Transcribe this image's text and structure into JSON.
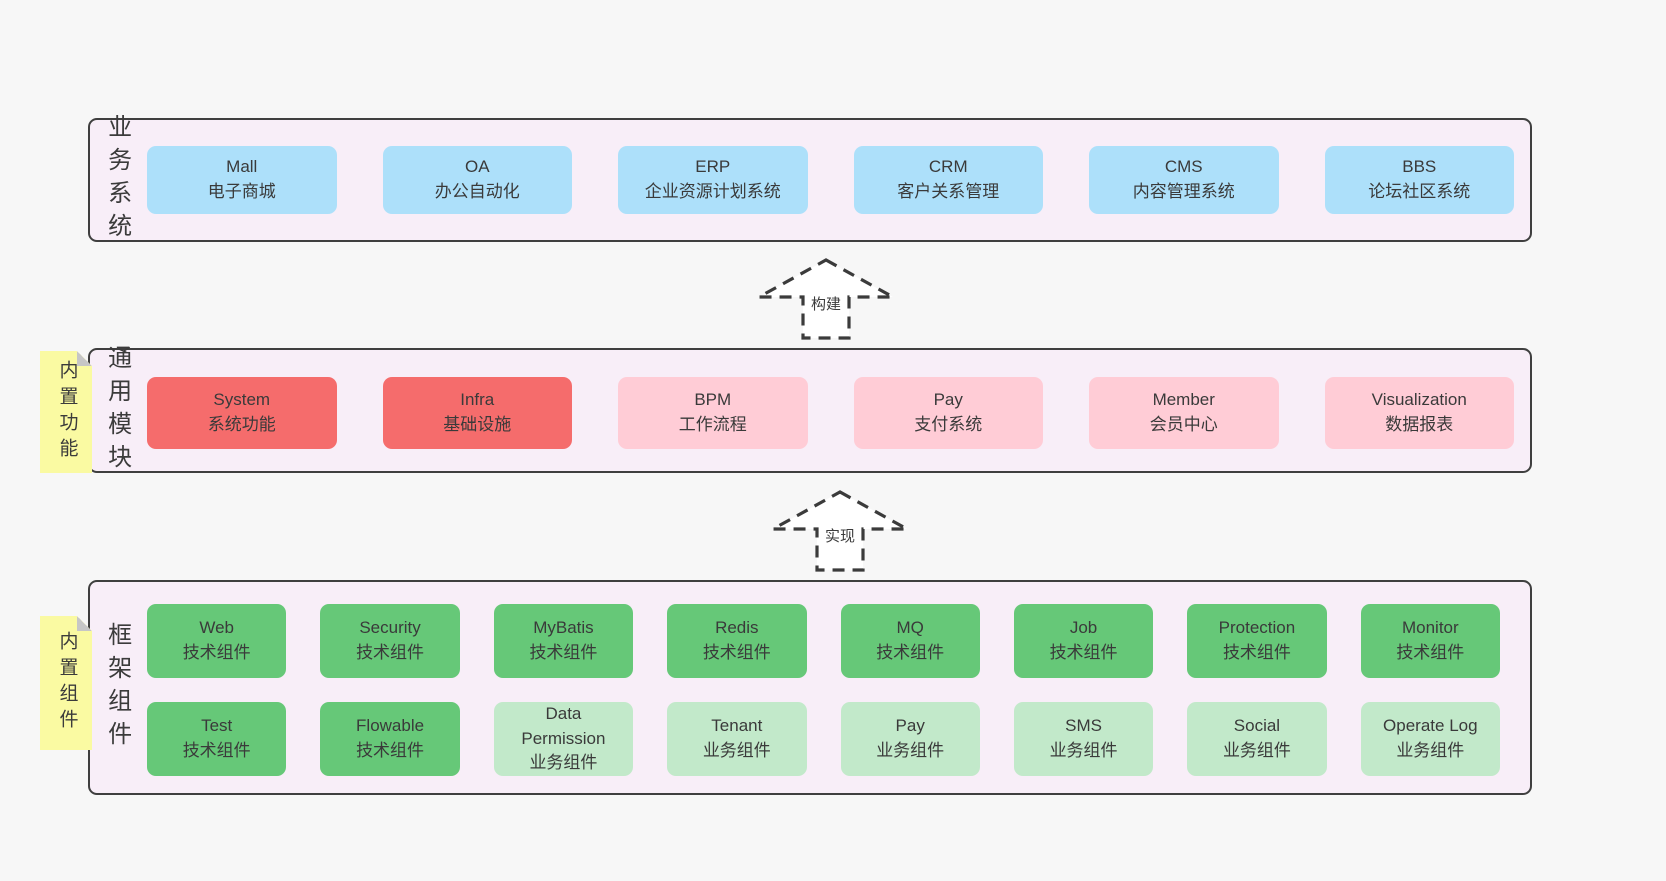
{
  "business": {
    "label": "业务系统",
    "boxes": [
      {
        "name": "Mall",
        "desc": "电子商城"
      },
      {
        "name": "OA",
        "desc": "办公自动化"
      },
      {
        "name": "ERP",
        "desc": "企业资源计划系统"
      },
      {
        "name": "CRM",
        "desc": "客户关系管理"
      },
      {
        "name": "CMS",
        "desc": "内容管理系统"
      },
      {
        "name": "BBS",
        "desc": "论坛社区系统"
      }
    ]
  },
  "arrows": {
    "build": "构建",
    "implement": "实现"
  },
  "common": {
    "label": "通用模块",
    "note": "内置功能",
    "boxes": [
      {
        "name": "System",
        "desc": "系统功能"
      },
      {
        "name": "Infra",
        "desc": "基础设施"
      },
      {
        "name": "BPM",
        "desc": "工作流程"
      },
      {
        "name": "Pay",
        "desc": "支付系统"
      },
      {
        "name": "Member",
        "desc": "会员中心"
      },
      {
        "name": "Visualization",
        "desc": "数据报表"
      }
    ]
  },
  "framework": {
    "label": "框架组件",
    "note": "内置组件",
    "row1": [
      {
        "name": "Web",
        "desc": "技术组件"
      },
      {
        "name": "Security",
        "desc": "技术组件"
      },
      {
        "name": "MyBatis",
        "desc": "技术组件"
      },
      {
        "name": "Redis",
        "desc": "技术组件"
      },
      {
        "name": "MQ",
        "desc": "技术组件"
      },
      {
        "name": "Job",
        "desc": "技术组件"
      },
      {
        "name": "Protection",
        "desc": "技术组件"
      },
      {
        "name": "Monitor",
        "desc": "技术组件"
      }
    ],
    "row2": [
      {
        "name": "Test",
        "desc": "技术组件"
      },
      {
        "name": "Flowable",
        "desc": "技术组件"
      },
      {
        "name": "Data Permission",
        "desc": "业务组件"
      },
      {
        "name": "Tenant",
        "desc": "业务组件"
      },
      {
        "name": "Pay",
        "desc": "业务组件"
      },
      {
        "name": "SMS",
        "desc": "业务组件"
      },
      {
        "name": "Social",
        "desc": "业务组件"
      },
      {
        "name": "Operate Log",
        "desc": "业务组件"
      }
    ]
  },
  "colors": {
    "page_bg": "#f7f7f7",
    "section_bg": "#f8eef8",
    "section_border": "#3f3f3f",
    "business_box": "#ade0fa",
    "core_module_box": "#f56c6c",
    "optional_module_box": "#ffccd6",
    "tech_component_box": "#66c878",
    "biz_component_box": "#c2e9ca",
    "sticky_note": "#fafaa2",
    "note_fold": "#c6c6c6",
    "text": "#3a3a3a"
  }
}
